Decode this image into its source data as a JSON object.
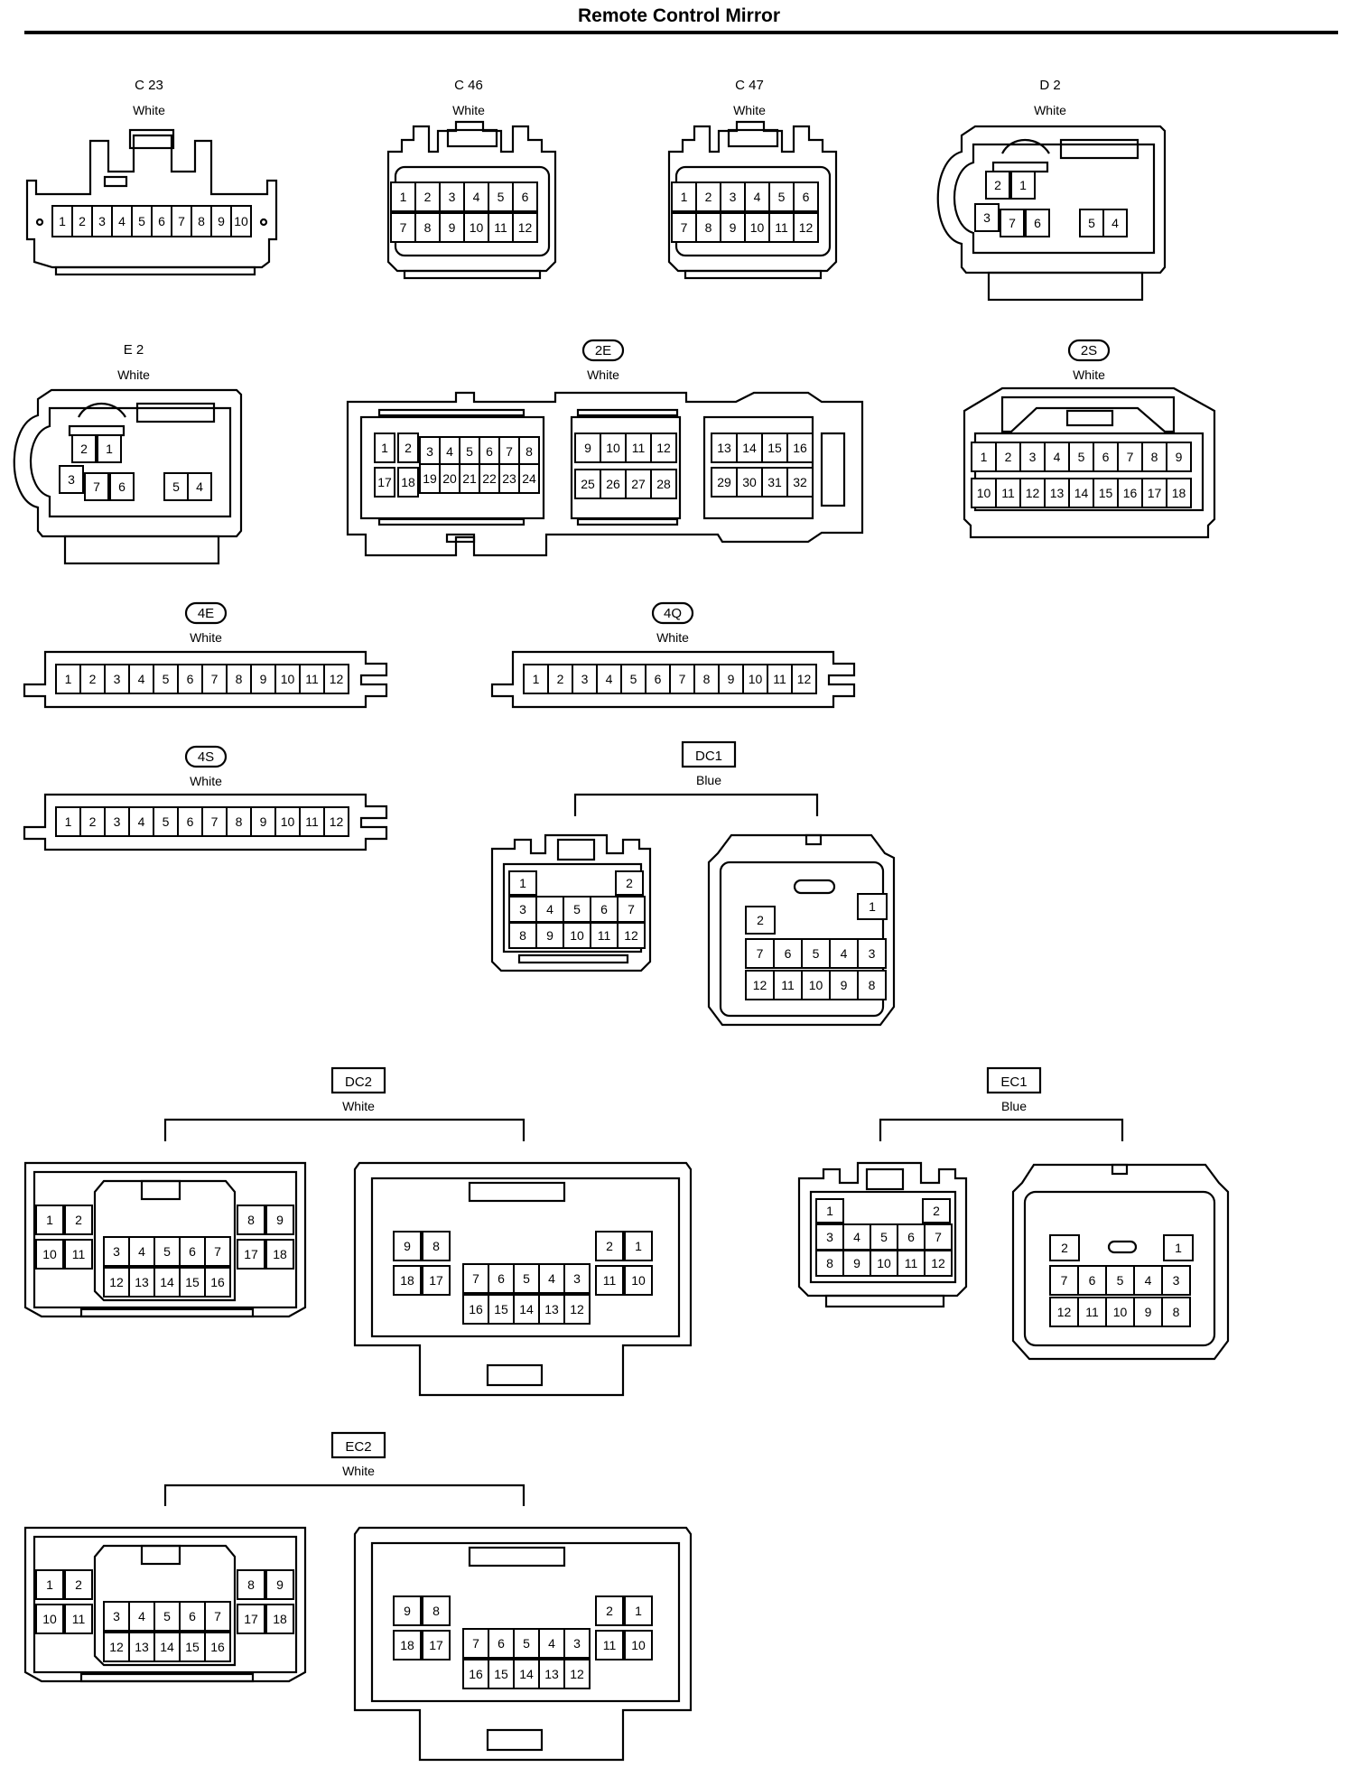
{
  "page": {
    "title": "Remote Control Mirror"
  },
  "connectors": {
    "c23": {
      "label": "C 23",
      "color": "White",
      "pins": [
        "1",
        "2",
        "3",
        "4",
        "5",
        "6",
        "7",
        "8",
        "9",
        "10"
      ]
    },
    "c46": {
      "label": "C 46",
      "color": "White",
      "pins": [
        "1",
        "2",
        "3",
        "4",
        "5",
        "6",
        "7",
        "8",
        "9",
        "10",
        "11",
        "12"
      ]
    },
    "c47": {
      "label": "C 47",
      "color": "White",
      "pins": [
        "1",
        "2",
        "3",
        "4",
        "5",
        "6",
        "7",
        "8",
        "9",
        "10",
        "11",
        "12"
      ]
    },
    "d2": {
      "label": "D 2",
      "color": "White",
      "pins": [
        "2",
        "1",
        "3",
        "7",
        "6",
        "5",
        "4"
      ]
    },
    "e2": {
      "label": "E 2",
      "color": "White",
      "pins": [
        "2",
        "1",
        "3",
        "7",
        "6",
        "5",
        "4"
      ]
    },
    "c2e": {
      "label": "2E",
      "color": "White",
      "pins": [
        "1",
        "2",
        "3",
        "4",
        "5",
        "6",
        "7",
        "8",
        "17",
        "18",
        "19",
        "20",
        "21",
        "22",
        "23",
        "24",
        "9",
        "10",
        "11",
        "12",
        "25",
        "26",
        "27",
        "28",
        "13",
        "14",
        "15",
        "16",
        "29",
        "30",
        "31",
        "32"
      ]
    },
    "c2s": {
      "label": "2S",
      "color": "White",
      "pins": [
        "1",
        "2",
        "3",
        "4",
        "5",
        "6",
        "7",
        "8",
        "9",
        "10",
        "11",
        "12",
        "13",
        "14",
        "15",
        "16",
        "17",
        "18"
      ]
    },
    "c4e": {
      "label": "4E",
      "color": "White",
      "pins": [
        "1",
        "2",
        "3",
        "4",
        "5",
        "6",
        "7",
        "8",
        "9",
        "10",
        "11",
        "12"
      ]
    },
    "c4q": {
      "label": "4Q",
      "color": "White",
      "pins": [
        "1",
        "2",
        "3",
        "4",
        "5",
        "6",
        "7",
        "8",
        "9",
        "10",
        "11",
        "12"
      ]
    },
    "c4s": {
      "label": "4S",
      "color": "White",
      "pins": [
        "1",
        "2",
        "3",
        "4",
        "5",
        "6",
        "7",
        "8",
        "9",
        "10",
        "11",
        "12"
      ]
    },
    "dc1": {
      "label": "DC1",
      "color": "Blue",
      "male": [
        "1",
        "2",
        "3",
        "4",
        "5",
        "6",
        "7",
        "8",
        "9",
        "10",
        "11",
        "12"
      ],
      "female": [
        "2",
        "1",
        "7",
        "6",
        "5",
        "4",
        "3",
        "12",
        "11",
        "10",
        "9",
        "8"
      ]
    },
    "dc2": {
      "label": "DC2",
      "color": "White",
      "male": [
        "1",
        "2",
        "10",
        "11",
        "3",
        "4",
        "5",
        "6",
        "7",
        "12",
        "13",
        "14",
        "15",
        "16",
        "8",
        "9",
        "17",
        "18"
      ],
      "female": [
        "9",
        "8",
        "18",
        "17",
        "7",
        "6",
        "5",
        "4",
        "3",
        "16",
        "15",
        "14",
        "13",
        "12",
        "2",
        "1",
        "11",
        "10"
      ]
    },
    "ec1": {
      "label": "EC1",
      "color": "Blue",
      "male": [
        "1",
        "2",
        "3",
        "4",
        "5",
        "6",
        "7",
        "8",
        "9",
        "10",
        "11",
        "12"
      ],
      "female": [
        "2",
        "1",
        "7",
        "6",
        "5",
        "4",
        "3",
        "12",
        "11",
        "10",
        "9",
        "8"
      ]
    },
    "ec2": {
      "label": "EC2",
      "color": "White",
      "male": [
        "1",
        "2",
        "10",
        "11",
        "3",
        "4",
        "5",
        "6",
        "7",
        "12",
        "13",
        "14",
        "15",
        "16",
        "8",
        "9",
        "17",
        "18"
      ],
      "female": [
        "9",
        "8",
        "18",
        "17",
        "7",
        "6",
        "5",
        "4",
        "3",
        "16",
        "15",
        "14",
        "13",
        "12",
        "2",
        "1",
        "11",
        "10"
      ]
    }
  }
}
